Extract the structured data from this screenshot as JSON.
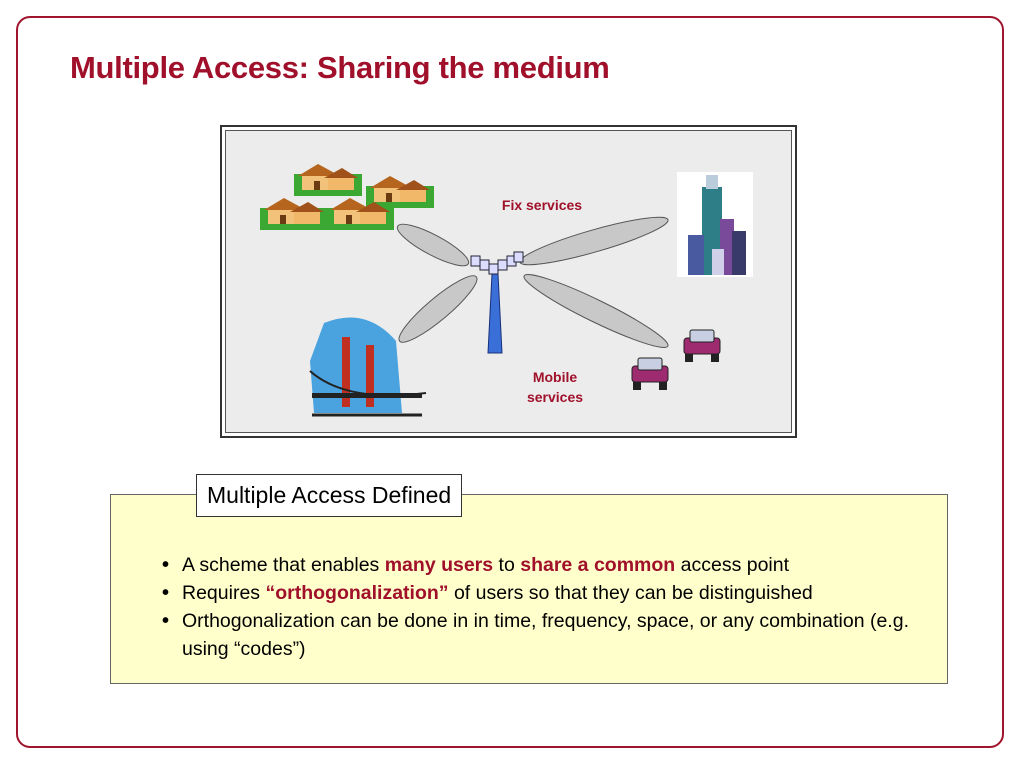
{
  "slide": {
    "title": "Multiple Access: Sharing the medium"
  },
  "diagram": {
    "fix_label": "Fix services",
    "mobile_label_line1": "Mobile",
    "mobile_label_line2": "services",
    "icons": [
      "houses-icon",
      "skyscraper-icon",
      "bridge-icon",
      "car-icon",
      "antenna-tower-icon"
    ],
    "colors": {
      "label": "#a0102a",
      "beam": "#c8c8c8",
      "tower": "#3a6fd8"
    }
  },
  "definition": {
    "heading": "Multiple Access Defined",
    "bullets": [
      {
        "parts": [
          {
            "text": "A scheme that enables ",
            "hl": false
          },
          {
            "text": "many users",
            "hl": true
          },
          {
            "text": " to ",
            "hl": false
          },
          {
            "text": "share a common",
            "hl": true
          },
          {
            "text": " access point",
            "hl": false
          }
        ]
      },
      {
        "parts": [
          {
            "text": "Requires ",
            "hl": false
          },
          {
            "text": "“orthogonalization”",
            "hl": true
          },
          {
            "text": " of users so that they can be distinguished",
            "hl": false
          }
        ]
      },
      {
        "parts": [
          {
            "text": "Orthogonalization can be done in in time, frequency, space, or any combination (e.g. using “codes”)",
            "hl": false
          }
        ]
      }
    ]
  }
}
